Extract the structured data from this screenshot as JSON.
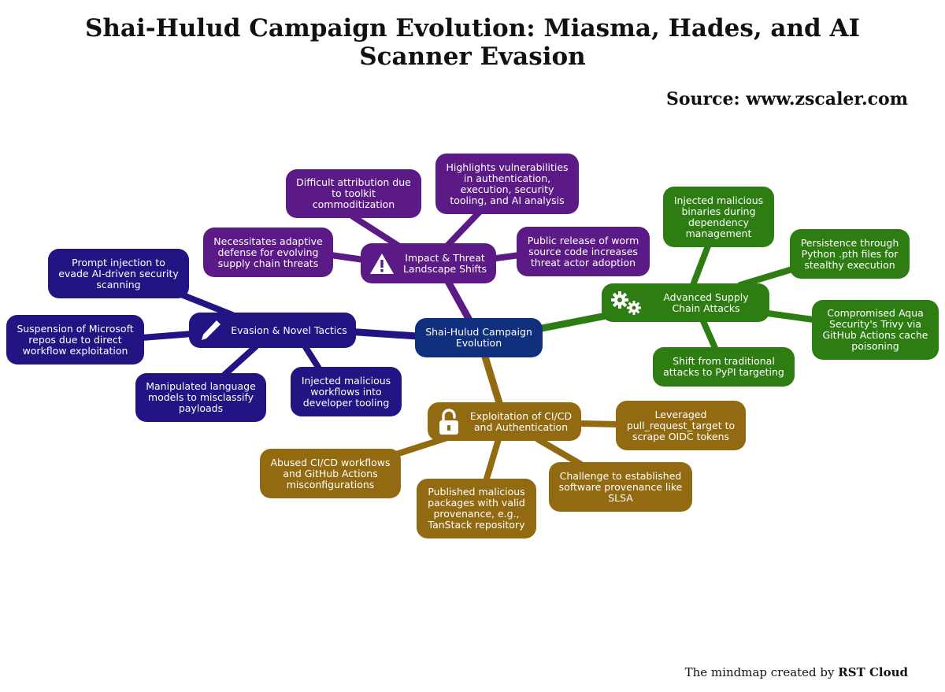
{
  "title": "Shai-Hulud Campaign Evolution: Miasma, Hades, and AI Scanner Evasion",
  "source": "Source: www.zscaler.com",
  "credit": {
    "prefix": "The mindmap created by ",
    "brand": "RST Cloud"
  },
  "colors": {
    "root": "#10307e",
    "impact": "#5b1a85",
    "evasion": "#221482",
    "supply_chain": "#2e7d13",
    "cicd": "#926a11"
  },
  "root": {
    "label": "Shai-Hulud Campaign Evolution"
  },
  "branches": {
    "impact": {
      "label": "Impact & Threat Landscape Shifts",
      "icon": "warning-icon",
      "children": [
        "Difficult attribution due to toolkit commoditization",
        "Highlights vulnerabilities in authentication, execution, security tooling, and AI analysis",
        "Necessitates adaptive defense for evolving supply chain threats",
        "Public release of worm source code increases threat actor adoption"
      ]
    },
    "evasion": {
      "label": "Evasion & Novel Tactics",
      "icon": "pen-icon",
      "children": [
        "Prompt injection to evade AI-driven security scanning",
        "Suspension of Microsoft repos due to direct workflow exploitation",
        "Manipulated language models to misclassify payloads",
        "Injected malicious workflows into developer tooling"
      ]
    },
    "supply_chain": {
      "label": "Advanced Supply Chain Attacks",
      "icon": "gears-icon",
      "children": [
        "Injected malicious binaries during dependency management",
        "Persistence through Python .pth files for stealthy execution",
        "Compromised Aqua Security's Trivy via GitHub Actions cache poisoning",
        "Shift from traditional attacks to PyPI targeting"
      ]
    },
    "cicd": {
      "label": "Exploitation of CI/CD and Authentication",
      "icon": "unlock-icon",
      "children": [
        "Leveraged pull_request_target to scrape OIDC tokens",
        "Abused CI/CD workflows and GitHub Actions misconfigurations",
        "Published malicious packages with valid provenance, e.g., TanStack repository",
        "Challenge to established software provenance like SLSA"
      ]
    }
  }
}
